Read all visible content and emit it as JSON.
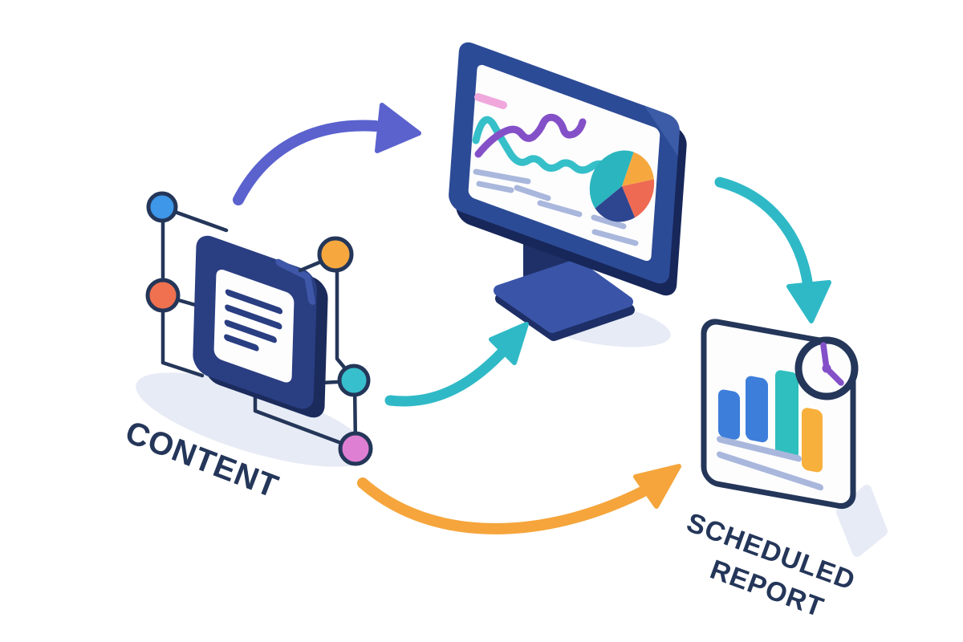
{
  "canvas": {
    "background": "#ffffff"
  },
  "labels": {
    "content": "CONTENT",
    "report_line1": "SCHEDULED",
    "report_line2": "REPORT"
  },
  "nodes": [
    {
      "id": "content-source",
      "label": "CONTENT",
      "icon": "document-network-icon"
    },
    {
      "id": "dashboard-monitor",
      "label": "",
      "icon": "monitor-dashboard-icon"
    },
    {
      "id": "scheduled-report",
      "label": "SCHEDULED REPORT",
      "icon": "report-clock-icon"
    }
  ],
  "arrows": [
    {
      "from": "content-source",
      "to": "dashboard-monitor",
      "color": "#5B62CE"
    },
    {
      "from": "content-source",
      "to": "dashboard-monitor",
      "color": "#2FB9C7"
    },
    {
      "from": "dashboard-monitor",
      "to": "scheduled-report",
      "color": "#2FB9C7"
    },
    {
      "from": "content-source",
      "to": "scheduled-report",
      "color": "#F5A53C"
    }
  ],
  "colors": {
    "outline": "#243659",
    "label_text": "#243659",
    "content_face": "#2A3E82",
    "content_side": "#1B2B5C",
    "content_bevel": "#3E57A8",
    "doc_white": "#FDFDFE",
    "doc_line": "#2A3E82",
    "node_blue": "#3E97E8",
    "node_orange": "#F0714F",
    "node_yellow": "#F6A83F",
    "node_teal": "#38BFCE",
    "node_pink": "#DF7FD3",
    "monitor_frame": "#2C4B96",
    "monitor_dark": "#17275A",
    "monitor_bevel": "#3D5CA8",
    "screen_white": "#FDFDFE",
    "stand_neck": "#1F3068",
    "stand_base": "#3A55A8",
    "stand_base_dark": "#1D2F66",
    "wave_teal": "#35BFC9",
    "wave_purple": "#8450C8",
    "accent_pink": "#F0A8DC",
    "pie_teal": "#2BB5BE",
    "pie_orange": "#F6A83F",
    "pie_coral": "#EE6A52",
    "pie_navy": "#2E4590",
    "text_line": "#A9B7DC",
    "bar_blue": "#3E7EDB",
    "bar_teal": "#2FBFBE",
    "bar_yellow": "#F7B03C",
    "clock_hand": "#8450C8",
    "arrow_purple": "#5B62CE",
    "arrow_teal": "#2FB9C7",
    "arrow_orange": "#F5A53C",
    "shadow": "#E7EBF5"
  }
}
